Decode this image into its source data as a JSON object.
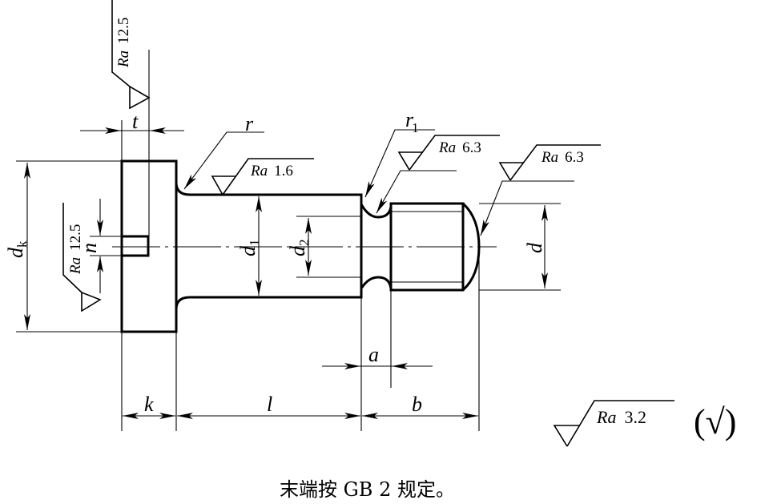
{
  "drawing": {
    "type": "engineering-drawing",
    "subject": "shouldered pin with slotted head (side view)",
    "dimensions": {
      "head_diameter": {
        "symbol": "d",
        "subscript": "k"
      },
      "shank_diameter": {
        "symbol": "d",
        "subscript": "1"
      },
      "neck_diameter": {
        "symbol": "d",
        "subscript": "2"
      },
      "thread_diameter": {
        "symbol": "d",
        "subscript": ""
      },
      "slot_width": {
        "symbol": "n"
      },
      "slot_depth": {
        "symbol": "t"
      },
      "head_height": {
        "symbol": "k"
      },
      "shank_length": {
        "symbol": "l"
      },
      "thread_length": {
        "symbol": "b"
      },
      "undercut_width": {
        "symbol": "a"
      },
      "fillet_radius": {
        "symbol": "r"
      },
      "undercut_radius": {
        "symbol": "r",
        "subscript": "1"
      }
    },
    "surface_finish": {
      "ra_label": "Ra",
      "slot_top": "12.5",
      "slot_side": "12.5",
      "shank": "1.6",
      "undercut": "6.3",
      "end": "6.3",
      "general": "3.2",
      "general_note": "(√)"
    },
    "caption": "末端按 GB 2 规定。"
  }
}
